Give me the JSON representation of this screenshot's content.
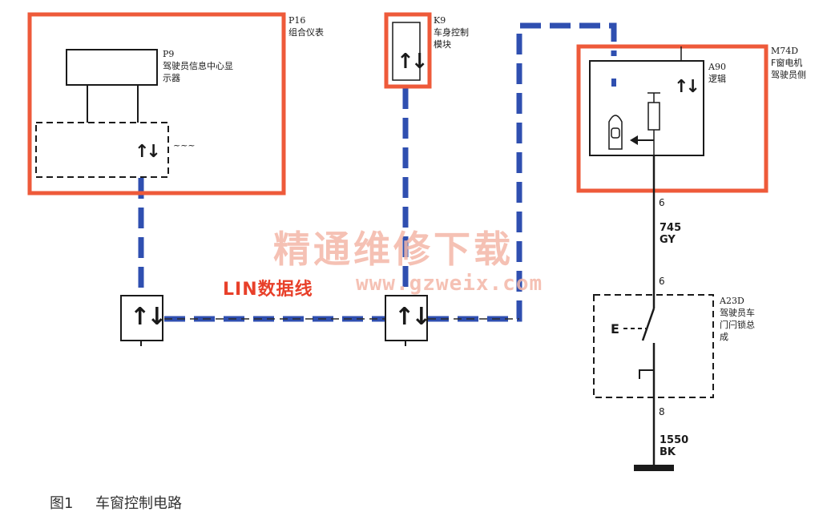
{
  "modules": {
    "p16": {
      "ref": "P16",
      "name": "组合仪表"
    },
    "p9": {
      "ref": "P9",
      "name_line1": "驾驶员信息中心显",
      "name_line2": "示器"
    },
    "k9": {
      "ref": "K9",
      "name_line1": "车身控制",
      "name_line2": "模块"
    },
    "m74d": {
      "ref": "M74D",
      "name_line1": "F窗电机",
      "name_line2": "驾驶员侧"
    },
    "a90": {
      "ref": "A90",
      "name": "逻辑"
    },
    "a23d": {
      "ref": "A23D",
      "name_line1": "驾驶员车",
      "name_line2": "门闩锁总",
      "name_line3": "成"
    }
  },
  "wires": {
    "upper_pin": "6",
    "upper_circuit": "745",
    "upper_color": "GY",
    "switch_top_pin": "6",
    "switch_bottom_pin": "8",
    "lower_circuit": "1550",
    "lower_color": "BK"
  },
  "labels": {
    "lin_bus": "LIN数据线",
    "p16_tilde": "~~~",
    "switch_e": "E"
  },
  "icons": {
    "updown": "↑↓",
    "window_door_icon": "car-door-icon",
    "ground_icon": "ground-bar-icon"
  },
  "watermark": {
    "line1": "精通维修下载",
    "line2": "www.gzweix.com"
  },
  "caption": {
    "fig": "图1",
    "title": "车窗控制电路"
  },
  "colors": {
    "highlight": "#ee5a3a",
    "lin_wire": "#2f4fb0",
    "ink": "#1a1a1a",
    "watermark": "#f4b7a8"
  }
}
